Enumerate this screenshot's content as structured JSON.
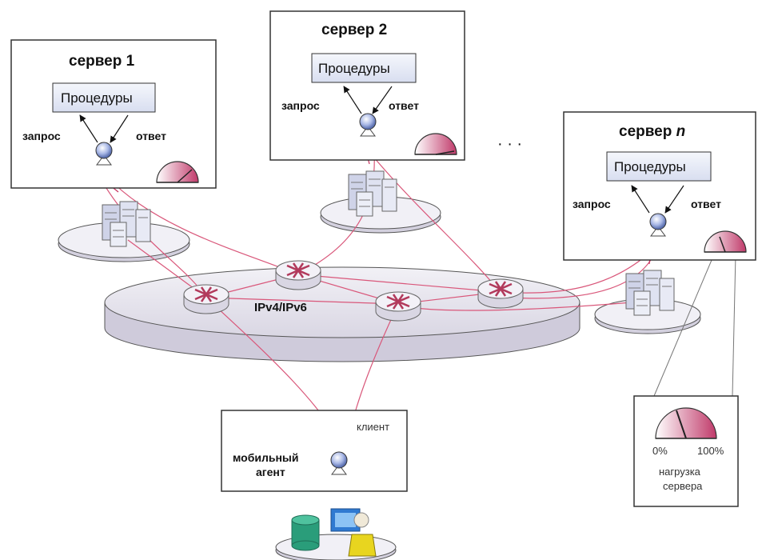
{
  "servers": [
    {
      "title": "сервер 1",
      "procedures": "Процедуры",
      "request": "запрос",
      "response": "ответ"
    },
    {
      "title": "сервер 2",
      "procedures": "Процедуры",
      "request": "запрос",
      "response": "ответ"
    },
    {
      "title_prefix": "сервер ",
      "title_suffix": "n",
      "procedures": "Процедуры",
      "request": "запрос",
      "response": "ответ"
    }
  ],
  "ellipsis": "· · ·",
  "network": {
    "label": "IPv4/IPv6"
  },
  "agent": {
    "line1": "мобильный",
    "line2": "агент",
    "client": "клиент"
  },
  "load_legend": {
    "min": "0%",
    "max": "100%",
    "line1": "нагрузка",
    "line2": "сервера"
  },
  "colors": {
    "link": "#d9577a",
    "gauge": "#c03a6a",
    "router": "#b23a5c",
    "disk": "#e9e6f0"
  },
  "icons": [
    "router-icon",
    "server-rack-icon",
    "load-gauge-icon",
    "endpoint-node-icon",
    "database-icon",
    "user-workstation-icon"
  ]
}
